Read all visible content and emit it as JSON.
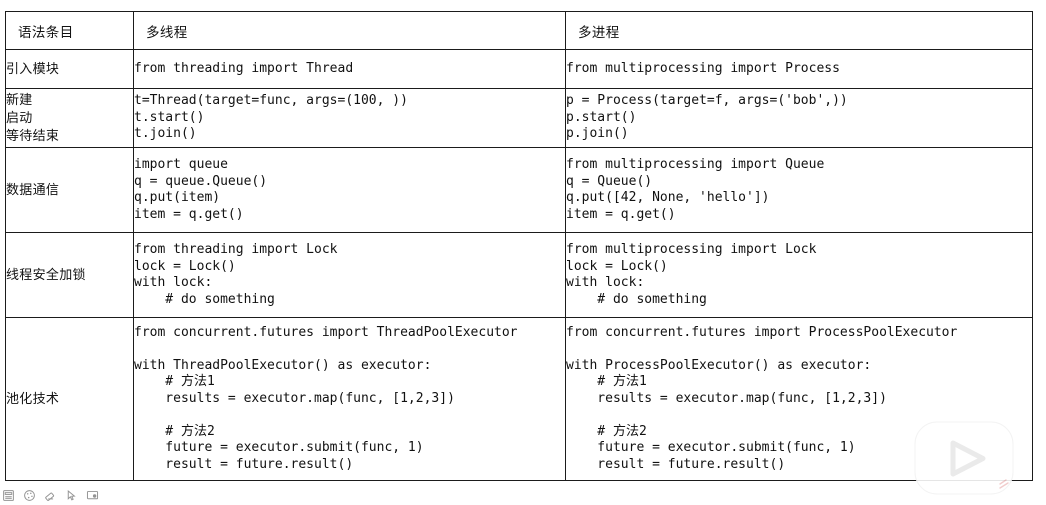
{
  "table": {
    "accent_header_color": "#62c9ef",
    "border_color": "#1b1b1b",
    "headers": [
      "语法条目",
      "多线程",
      "多进程"
    ],
    "rows": [
      {
        "item": "引入模块",
        "multithread": "from threading import Thread",
        "multiprocess": "from multiprocessing import Process"
      },
      {
        "item": "新建\n启动\n等待结束",
        "multithread": "t=Thread(target=func, args=(100, ))\nt.start()\nt.join()",
        "multiprocess": "p = Process(target=f, args=('bob',))\np.start()\np.join()"
      },
      {
        "item": "数据通信",
        "multithread": "import queue\nq = queue.Queue()\nq.put(item)\nitem = q.get()",
        "multiprocess": "from multiprocessing import Queue\nq = Queue()\nq.put([42, None, 'hello'])\nitem = q.get()"
      },
      {
        "item": "线程安全加锁",
        "multithread": "from threading import Lock\nlock = Lock()\nwith lock:\n    # do something",
        "multiprocess": "from multiprocessing import Lock\nlock = Lock()\nwith lock:\n    # do something"
      },
      {
        "item": "池化技术",
        "multithread": "from concurrent.futures import ThreadPoolExecutor\n\nwith ThreadPoolExecutor() as executor:\n    # 方法1\n    results = executor.map(func, [1,2,3])\n\n    # 方法2\n    future = executor.submit(func, 1)\n    result = future.result()",
        "multiprocess": "from concurrent.futures import ProcessPoolExecutor\n\nwith ProcessPoolExecutor() as executor:\n    # 方法1\n    results = executor.map(func, [1,2,3])\n\n    # 方法2\n    future = executor.submit(func, 1)\n    result = future.result()"
      }
    ]
  },
  "annotation_toolbar": {
    "icons": [
      "window-capture-icon",
      "palette-icon",
      "eraser-icon",
      "cursor-select-icon",
      "screen-record-icon"
    ]
  },
  "watermark": {
    "name": "bilibili-tv-logo-watermark"
  }
}
